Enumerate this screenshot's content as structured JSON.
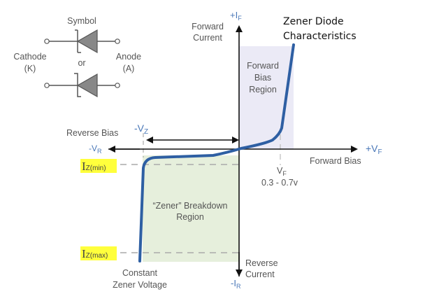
{
  "title": [
    "Zener Diode",
    "Characteristics"
  ],
  "symbol": {
    "heading": "Symbol",
    "or": "or",
    "cathode": [
      "Cathode",
      "(K)"
    ],
    "anode": [
      "Anode",
      "(A)"
    ]
  },
  "axes": {
    "plus_if": "+I",
    "plus_if_sub": "F",
    "forward_current": [
      "Forward",
      "Current"
    ],
    "plus_vf": "+V",
    "plus_vf_sub": "F",
    "forward_bias": "Forward Bias",
    "minus_vr": "-V",
    "minus_vr_sub": "R",
    "reverse_bias": "Reverse Bias",
    "minus_ir": "-I",
    "minus_ir_sub": "R",
    "reverse_current": [
      "Reverse",
      "Current"
    ],
    "minus_vz": "-V",
    "minus_vz_sub": "Z"
  },
  "annotations": {
    "vf_label": "V",
    "vf_sub": "F",
    "vf_range": "0.3 - 0.7v",
    "iz_min": "I",
    "iz_min_sub": "Z(min)",
    "iz_max": "I",
    "iz_max_sub": "Z(max)",
    "constant_voltage": [
      "Constant",
      "Zener Voltage"
    ],
    "forward_region": [
      "Forward",
      "Bias",
      "Region"
    ],
    "breakdown_region": [
      "“Zener” Breakdown",
      "Region"
    ]
  },
  "colors": {
    "curve": "#2e5fa3",
    "forward_region": "#ebeaf6",
    "breakdown_region": "#e6efdc",
    "highlight": "#ffff3c",
    "axis_label_blue": "#4a78b8"
  }
}
